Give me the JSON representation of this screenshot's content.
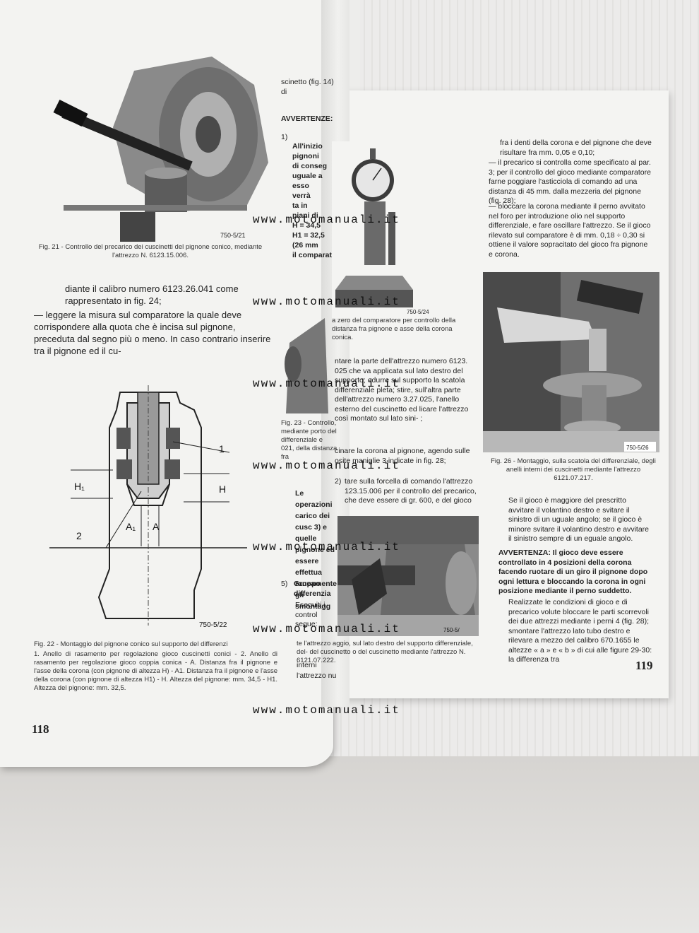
{
  "watermark": "www.motomanuali.it",
  "left_page": {
    "fig21": {
      "tag": "750-5/21",
      "caption": "Fig. 21 - Controllo del precarico dei cuscinetti del pignone conico, mediante l'attrezzo N. 6123.15.006."
    },
    "body_1": "diante il calibro numero 6123.26.041 come rappresentato in fig. 24;",
    "body_2": "— leggere la misura sul comparatore la quale deve corrispondere alla quota che è incisa sul pignone, preceduta dal segno più o meno. In caso contrario inserire tra il pignone ed il cu-",
    "fig22": {
      "tag": "750-5/22",
      "labels": [
        "1",
        "H₁",
        "H",
        "A₁",
        "A",
        "2"
      ],
      "caption": "Fig. 22 - Montaggio del pignone conico sul supporto del differenzi",
      "legend": "1. Anello di rasamento per regolazione gioco cuscinetti conici - 2. Anello di rasamento per regolazione gioco coppia conica - A. Distanza fra il pignone e l'asse della corona (con pignone di altezza H) - A1. Distanza fra il pignone e l'asse della corona (con pignone di altezza H1) - H. Altezza del pignone: mm. 34,5 - H1. Altezza del pignone: mm. 32,5."
    },
    "page_number": "118"
  },
  "middle_column": {
    "top_fragment": "scinetto (fig. 14) di",
    "heading": "AVVERTENZE:",
    "item1_num": "1)",
    "item1_lines": [
      "All'inizio",
      "pignoni",
      "di conseg",
      "uguale a",
      "esso",
      "verrà",
      "ta in",
      "piani di",
      "H = 34,5",
      "H1 = 32,5",
      "(26 mm",
      "il comparat"
    ],
    "fig24": {
      "tag": "750-5/24",
      "caption": "a zero del comparatore per controllo della distanza fra pignone e asse della corona conica."
    },
    "steps_text": "ntare la parte dell'attrezzo numero 6123. 025 che va applicata sul lato destro del supporto; odurre sul supporto la scatola differenziale pleta; stire, sull'altra parte dell'attrezzo numero 3.27.025, l'anello esterno del cuscinetto ed licare l'attrezzo così montato sul lato sini- ;",
    "fig23_caption": "Fig. 23 - Controllo, mediante porto del differenziale e 021, della distanza fra",
    "corona_text": "cinare la corona al pignone, agendo sulle osite maniglie 3 indicate in fig. 28;",
    "item2_num": "2)",
    "item2_text": "tare sulla forcella di comando l'attrezzo 123.15.006 per il controllo del precarico, che deve essere di gr. 600, e del gioco",
    "item2_bold": "Le operazioni carico dei cusc 3) e quelle pignone ed essere effettua raneamente gli smontagg",
    "item5_num": "5)",
    "item5_text": "Gruppo differenzia",
    "eseguiti": "Eseguiti i control segue:",
    "fig25_caption": "te l'attrezzo aggio, sul lato destro del supporto differenziale, del- del cuscinetto o del cuscinetto mediante l'attrezzo N. 6121.07.222.",
    "interni": "interni",
    "attrezzo_frag": "l'attrezzo nu"
  },
  "right_page": {
    "col_top": "fra i denti della corona e del pignone che deve risultare fra mm. 0,05 e 0,10;",
    "bullet1": "— il precarico si controlla come specificato al par. 3; per il controllo del gioco mediante comparatore farne poggiare l'asticciola di comando ad una distanza di 45 mm. dalla mezzeria del pignone (fig. 28);",
    "bullet2": "— bloccare la corona mediante il perno avvitato nel foro per introduzione olio nel supporto differenziale, e fare oscillare l'attrezzo. Se il gioco rilevato sul comparatore è di mm. 0,18 ÷ 0,30 si ottiene il valore sopracitato del gioco fra pignone e corona.",
    "fig26": {
      "tag": "750-5/26",
      "caption": "Fig. 26 - Montaggio, sulla scatola del differenziale, degli anelli interni dei cuscinetti mediante l'attrezzo 6121.07.217."
    },
    "para_gioco": "Se il gioco è maggiore del prescritto avvitare il volantino destro e svitare il sinistro di un uguale angolo; se il gioco è minore svitare il volantino destro e avvitare il sinistro sempre di un eguale angolo.",
    "avvertenza": "AVVERTENZA: Il gioco deve essere controllato in 4 posizioni della corona facendo ruotare di un giro il pignone dopo ogni lettura e bloccando la corona in ogni posizione mediante il perno suddetto.",
    "para_final": "Realizzate le condizioni di gioco e di precarico volute bloccare le parti scorrevoli dei due attrezzi mediante i perni 4 (fig. 28); smontare l'attrezzo lato tubo destro e rilevare a mezzo del calibro 670.1655 le altezze « a » e « b » di cui alle figure 29-30: la differenza tra",
    "page_number": "119"
  },
  "colors": {
    "page": "#f3f3f1",
    "ink": "#222222",
    "photo": "#7d7d7d"
  }
}
